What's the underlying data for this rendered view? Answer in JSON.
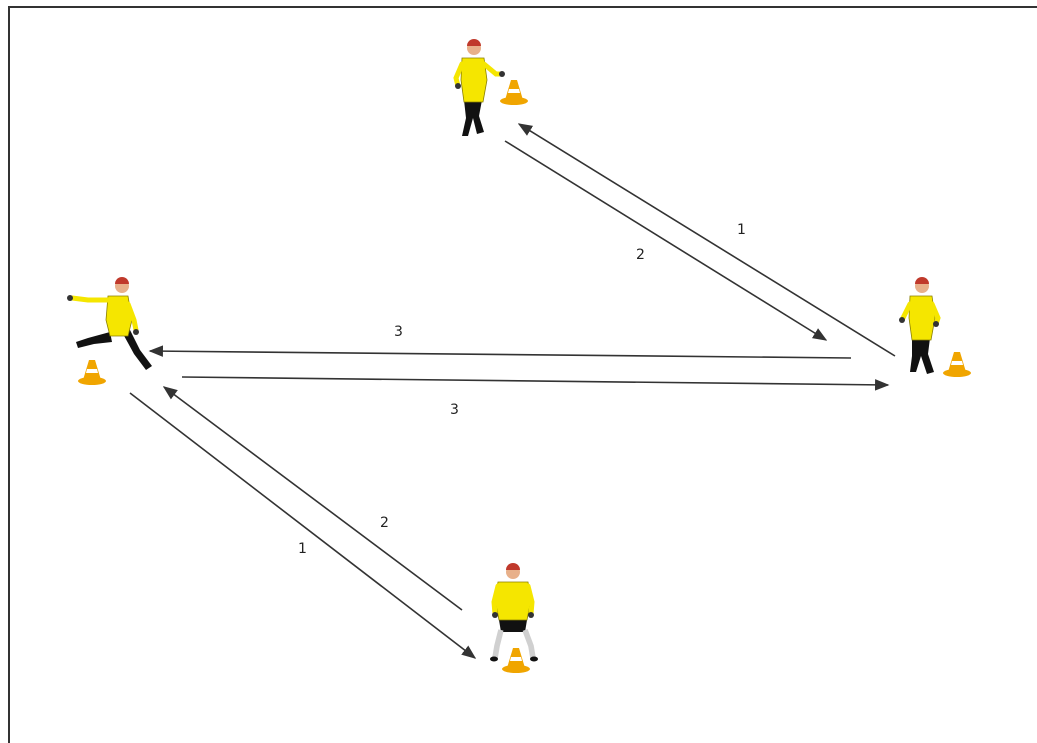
{
  "diagram": {
    "colors": {
      "field_border": "#333333",
      "arrow": "#333333",
      "shirt": "#f5e600",
      "helmet": "#c0392b",
      "shorts": "#111111",
      "cone_outer": "#f0a500",
      "cone_inner": "#ffffff"
    },
    "icons": {
      "player": "goalkeeper-icon",
      "cone": "cone-icon"
    },
    "players": [
      {
        "id": "top",
        "pose": "standing"
      },
      {
        "id": "right",
        "pose": "standing"
      },
      {
        "id": "left",
        "pose": "kicking"
      },
      {
        "id": "bottom",
        "pose": "ready-stance"
      }
    ],
    "passes": [
      {
        "from": "right",
        "to": "top",
        "label": "1"
      },
      {
        "from": "top",
        "to": "right",
        "label": "2"
      },
      {
        "from": "right",
        "to": "left",
        "label": "3"
      },
      {
        "from": "left",
        "to": "right",
        "label": "3"
      },
      {
        "from": "left",
        "to": "bottom",
        "label": "1"
      },
      {
        "from": "bottom",
        "to": "left",
        "label": "2"
      }
    ]
  }
}
